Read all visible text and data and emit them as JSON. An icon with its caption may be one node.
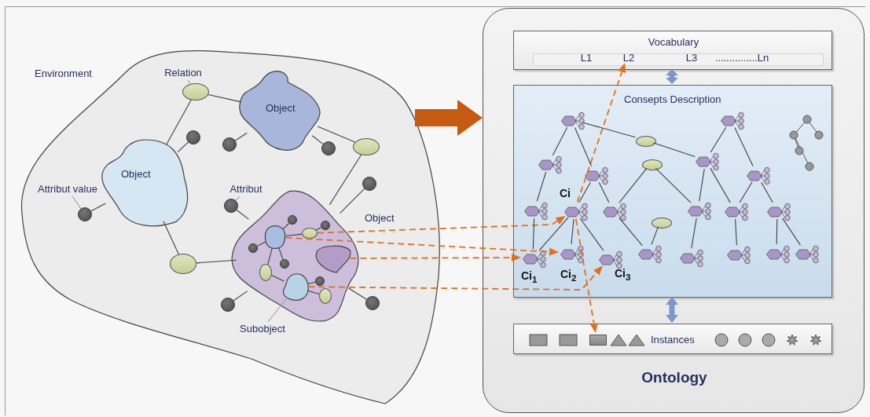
{
  "diagram": {
    "nodes": [
      {
        "text": [
          "Environment"
        ]
      },
      {
        "text": [
          "Relation"
        ],
        "in": 0
      },
      {
        "text": [],
        "shape": "ellipse",
        "in": 0
      },
      {
        "text": [
          "Object"
        ],
        "in": 0
      },
      {
        "text": [
          "Object"
        ],
        "in": 0
      },
      {
        "text": [
          "Attribut value"
        ],
        "in": 0
      },
      {
        "text": [],
        "shape": "circle",
        "in": 0
      },
      {
        "text": [
          "Attribut"
        ],
        "in": 0
      },
      {
        "text": [],
        "shape": "circle",
        "in": 0
      },
      {
        "text": [],
        "shape": "blob",
        "beside": [
          "Object"
        ],
        "in": 0
      },
      {
        "text": [],
        "shape": "blob",
        "in": 9
      },
      {
        "text": [],
        "shape": "ellipse",
        "in": 9
      },
      {
        "text": [],
        "shape": "blob",
        "in": 9
      },
      {
        "text": [],
        "shape": "blob",
        "in": 9
      },
      {
        "text": [
          "Subobject"
        ],
        "in": 0
      },
      {
        "text": [
          "Ontology"
        ]
      },
      {
        "text": [
          "Vocabulary"
        ],
        "in": 15
      },
      {
        "text": [
          "L1"
        ],
        "in": 16
      },
      {
        "text": [
          "L2"
        ],
        "in": 16
      },
      {
        "text": [
          "L3"
        ],
        "in": 16
      },
      {
        "text": [
          "...............Ln"
        ],
        "in": 16
      },
      {
        "text": [
          "Consepts Description"
        ],
        "in": 15
      },
      {
        "text": [],
        "shape": "hexagon",
        "beside": [
          "Ci"
        ],
        "in": 21
      },
      {
        "text": [],
        "shape": "hexagon",
        "beside": [
          "Ci$_{1}$"
        ],
        "in": 21
      },
      {
        "text": [],
        "shape": "hexagon",
        "beside": [
          "Ci$_{2}$"
        ],
        "in": 21
      },
      {
        "text": [],
        "shape": "hexagon",
        "beside": [
          "Ci$_{3}$"
        ],
        "in": 21
      },
      {
        "text": [
          "Instances"
        ],
        "in": 15
      },
      {
        "text": [],
        "shape": "box",
        "in": 26
      },
      {
        "text": [],
        "shape": "circle",
        "in": 0
      },
      {
        "text": [],
        "shape": "circle",
        "in": 0
      },
      {
        "text": [],
        "shape": "circle",
        "in": 0
      },
      {
        "text": [],
        "shape": "ellipse",
        "in": 0
      },
      {
        "text": [],
        "shape": "circle",
        "in": 0
      },
      {
        "text": [],
        "shape": "ellipse",
        "in": 0
      },
      {
        "text": [],
        "shape": "circle",
        "in": 0
      },
      {
        "text": [],
        "shape": "circle",
        "in": 0
      },
      {
        "text": [],
        "shape": "circle",
        "in": 9
      },
      {
        "text": [],
        "shape": "circle",
        "in": 9
      },
      {
        "text": [],
        "shape": "circle",
        "in": 9
      },
      {
        "text": [],
        "shape": "circle",
        "in": 9
      },
      {
        "text": [],
        "shape": "circle",
        "in": 9
      },
      {
        "text": [],
        "shape": "ellipse",
        "in": 9
      },
      {
        "text": [],
        "shape": "ellipse",
        "in": 9
      },
      {
        "text": [],
        "shape": "hexagon",
        "in": 21
      },
      {
        "text": [],
        "shape": "hexagon",
        "in": 21
      },
      {
        "text": [],
        "shape": "hexagon",
        "in": 21
      },
      {
        "text": [],
        "shape": "hexagon",
        "in": 21
      },
      {
        "text": [],
        "shape": "hexagon",
        "in": 21
      },
      {
        "text": [],
        "shape": "hexagon",
        "in": 21
      },
      {
        "text": [],
        "shape": "hexagon",
        "in": 21
      },
      {
        "text": [],
        "shape": "hexagon",
        "in": 21
      },
      {
        "text": [],
        "shape": "hexagon",
        "in": 21
      },
      {
        "text": [],
        "shape": "hexagon",
        "in": 21
      },
      {
        "text": [],
        "shape": "hexagon",
        "in": 21
      },
      {
        "text": [],
        "shape": "hexagon",
        "in": 21
      },
      {
        "text": [],
        "shape": "hexagon",
        "in": 21
      },
      {
        "text": [],
        "shape": "hexagon",
        "in": 21
      },
      {
        "text": [],
        "shape": "hexagon",
        "in": 21
      },
      {
        "text": [],
        "shape": "hexagon",
        "in": 21
      },
      {
        "text": [],
        "shape": "ellipse",
        "in": 21
      },
      {
        "text": [],
        "shape": "ellipse",
        "in": 21
      },
      {
        "text": [],
        "shape": "ellipse",
        "in": 21
      }
    ],
    "edges": [
      {
        "from": 0,
        "to": 15,
        "arrow": "to",
        "style": "thick",
        "color": "#c55a11"
      },
      {
        "from": 16,
        "to": 21,
        "arrow": "both",
        "style": "thick",
        "color": "#7f96c8"
      },
      {
        "from": 21,
        "to": 26,
        "arrow": "both",
        "style": "thick",
        "color": "#7f96c8"
      },
      {
        "from": 11,
        "to": 22,
        "arrow": "to",
        "style": "dashed",
        "color": "#e07020"
      },
      {
        "from": 10,
        "to": 24,
        "arrow": "to",
        "style": "dashed",
        "color": "#e07020"
      },
      {
        "from": 12,
        "to": 23,
        "arrow": "to",
        "style": "dashed",
        "color": "#e07020"
      },
      {
        "from": 13,
        "to": 25,
        "arrow": "to",
        "style": "dashed",
        "color": "#e07020"
      },
      {
        "from": 22,
        "to": 18,
        "arrow": "to",
        "style": "dashed",
        "color": "#e07020"
      },
      {
        "from": 22,
        "to": 27,
        "arrow": "to",
        "style": "dashed",
        "color": "#e07020"
      },
      {
        "from": 1,
        "to": 2,
        "arrow": "none",
        "color": "#a0a0a0"
      },
      {
        "from": 5,
        "to": 6,
        "arrow": "none",
        "color": "#a0a0a0"
      },
      {
        "from": 7,
        "to": 8,
        "arrow": "none",
        "color": "#a0a0a0"
      },
      {
        "from": 14,
        "to": 13,
        "arrow": "none",
        "color": "#a0a0a0"
      },
      {
        "from": 2,
        "to": 3,
        "arrow": "none"
      },
      {
        "from": 2,
        "to": 4,
        "arrow": "none"
      },
      {
        "from": 4,
        "to": 6,
        "arrow": "none"
      },
      {
        "from": 8,
        "to": 9,
        "arrow": "none"
      },
      {
        "from": 10,
        "to": 11,
        "arrow": "none"
      },
      {
        "from": 22,
        "to": 23,
        "arrow": "none"
      },
      {
        "from": 22,
        "to": 24,
        "arrow": "none"
      },
      {
        "from": 22,
        "to": 25,
        "arrow": "none"
      },
      {
        "from": 3,
        "to": 31,
        "arrow": "none"
      },
      {
        "from": 31,
        "to": 9,
        "arrow": "none"
      },
      {
        "from": 3,
        "to": 29,
        "arrow": "none"
      },
      {
        "from": 3,
        "to": 30,
        "arrow": "none"
      },
      {
        "from": 4,
        "to": 28,
        "arrow": "none"
      },
      {
        "from": 4,
        "to": 33,
        "arrow": "none"
      },
      {
        "from": 33,
        "to": 9,
        "arrow": "none"
      },
      {
        "from": 34,
        "to": 9,
        "arrow": "none"
      },
      {
        "from": 35,
        "to": 9,
        "arrow": "none"
      },
      {
        "from": 32,
        "to": 9,
        "arrow": "none"
      },
      {
        "from": 10,
        "to": 36,
        "arrow": "none"
      },
      {
        "from": 10,
        "to": 37,
        "arrow": "none"
      },
      {
        "from": 11,
        "to": 38,
        "arrow": "none"
      },
      {
        "from": 10,
        "to": 41,
        "arrow": "none"
      },
      {
        "from": 41,
        "to": 13,
        "arrow": "none"
      },
      {
        "from": 10,
        "to": 39,
        "arrow": "none"
      },
      {
        "from": 13,
        "to": 40,
        "arrow": "none"
      },
      {
        "from": 13,
        "to": 42,
        "arrow": "none"
      },
      {
        "from": 43,
        "to": 44,
        "arrow": "none"
      },
      {
        "from": 43,
        "to": 45,
        "arrow": "none"
      },
      {
        "from": 43,
        "to": 59,
        "arrow": "none"
      },
      {
        "from": 59,
        "to": 50,
        "arrow": "none"
      },
      {
        "from": 51,
        "to": 50,
        "arrow": "none"
      },
      {
        "from": 51,
        "to": 52,
        "arrow": "none"
      },
      {
        "from": 44,
        "to": 46,
        "arrow": "none"
      },
      {
        "from": 45,
        "to": 47,
        "arrow": "none"
      },
      {
        "from": 45,
        "to": 22,
        "arrow": "none"
      },
      {
        "from": 46,
        "to": 23,
        "arrow": "none"
      },
      {
        "from": 60,
        "to": 47,
        "arrow": "none"
      },
      {
        "from": 60,
        "to": 55,
        "arrow": "none"
      },
      {
        "from": 50,
        "to": 55,
        "arrow": "none"
      },
      {
        "from": 50,
        "to": 53,
        "arrow": "none"
      },
      {
        "from": 52,
        "to": 53,
        "arrow": "none"
      },
      {
        "from": 52,
        "to": 54,
        "arrow": "none"
      },
      {
        "from": 61,
        "to": 48,
        "arrow": "none"
      },
      {
        "from": 55,
        "to": 49,
        "arrow": "none"
      },
      {
        "from": 53,
        "to": 56,
        "arrow": "none"
      },
      {
        "from": 54,
        "to": 57,
        "arrow": "none"
      },
      {
        "from": 54,
        "to": 58,
        "arrow": "none"
      },
      {
        "from": 47,
        "to": 48,
        "arrow": "none"
      }
    ]
  }
}
